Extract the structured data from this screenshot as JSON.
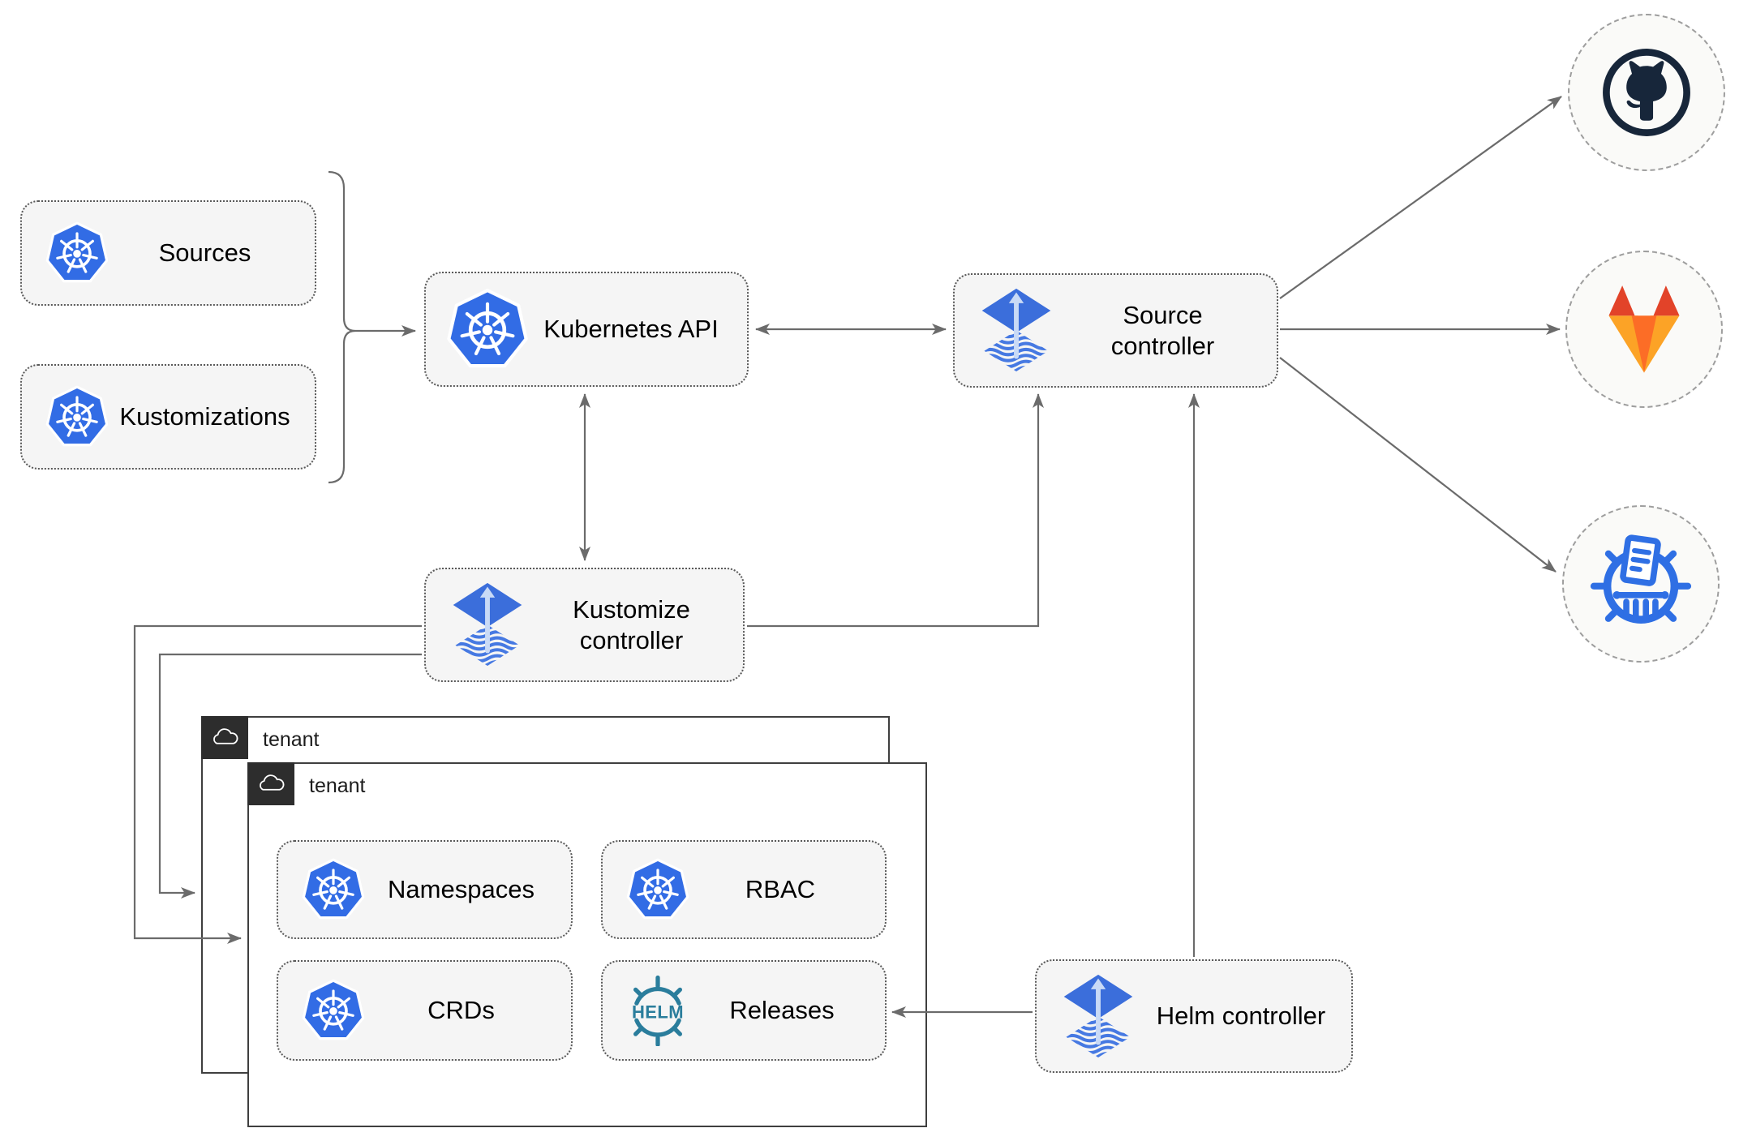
{
  "diagram": {
    "kind": "flux-gitops-architecture"
  },
  "colors": {
    "line": "#6b6b6b",
    "text": "#000000",
    "node_fill": "#f5f5f5",
    "node_border": "#595959",
    "tenant_border": "#3f3f3f",
    "tenant_header_bg": "#2d2d2d",
    "circle_fill": "#fafaf8",
    "circle_border": "#9e9e9e",
    "k8s_blue": "#326ce5",
    "flux_blue": "#3b6edb",
    "flux_stripe": "#4679e2",
    "flux_arrow": "#c9daf6",
    "helm_teal": "#2a7d9c",
    "github_navy": "#17263a",
    "gitlab_red": "#e24329",
    "gitlab_orange": "#fc6d26",
    "gitlab_amber": "#fca326",
    "chartmuseum_blue": "#2f6fe4"
  },
  "nodes": {
    "sources": {
      "label": "Sources",
      "icon": "kubernetes"
    },
    "kustomizations": {
      "label": "Kustomizations",
      "icon": "kubernetes"
    },
    "kubernetes_api": {
      "label": "Kubernetes API",
      "icon": "kubernetes"
    },
    "source_controller": {
      "label": "Source controller",
      "icon": "flux"
    },
    "kustomize_controller": {
      "label": "Kustomize controller",
      "icon": "flux"
    },
    "helm_controller": {
      "label": "Helm controller",
      "icon": "flux"
    },
    "namespaces": {
      "label": "Namespaces",
      "icon": "kubernetes"
    },
    "rbac": {
      "label": "RBAC",
      "icon": "kubernetes"
    },
    "crds": {
      "label": "CRDs",
      "icon": "kubernetes"
    },
    "releases": {
      "label": "Releases",
      "icon": "helm"
    }
  },
  "groups": {
    "tenant_back": {
      "label": "tenant",
      "icon": "cloud"
    },
    "tenant_front": {
      "label": "tenant",
      "icon": "cloud"
    }
  },
  "endpoints": {
    "github": {
      "icon": "github"
    },
    "gitlab": {
      "icon": "gitlab"
    },
    "chartmuseum": {
      "icon": "chartmuseum"
    }
  },
  "icons": {
    "helm_text": "HELM"
  }
}
